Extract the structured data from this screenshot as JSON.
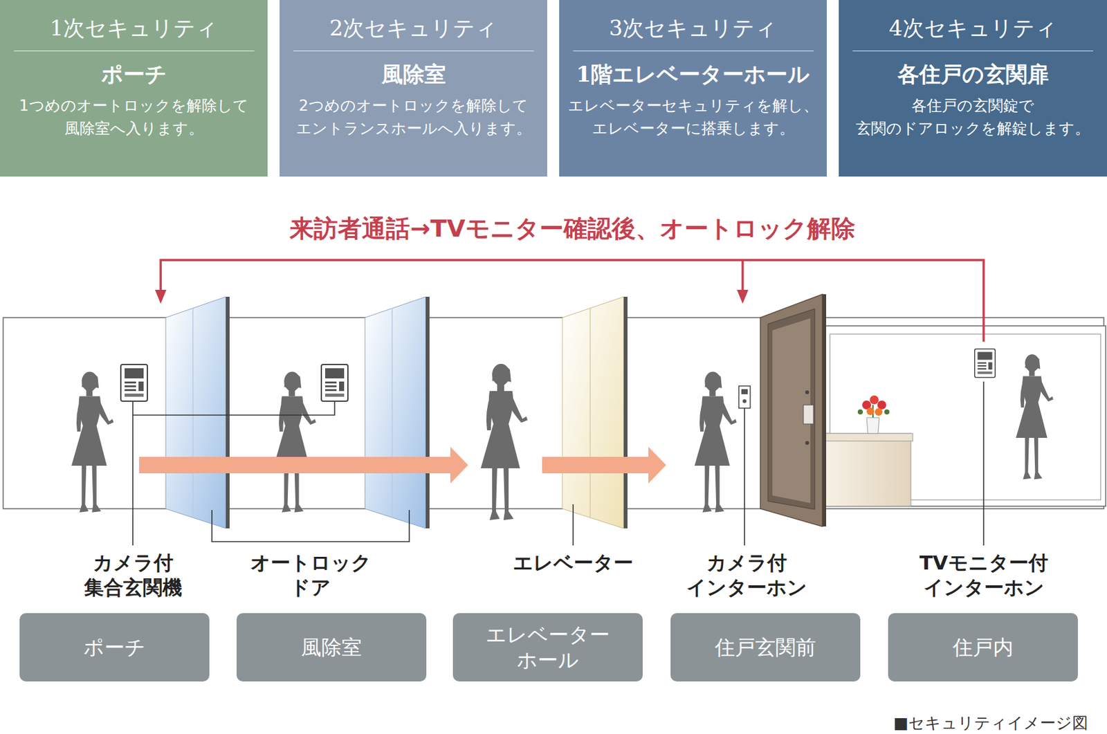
{
  "diagram": {
    "caption": "■セキュリティイメージ図",
    "nodes": [
      {
        "text": [
          "1次セキュリティ",
          "ポーチ",
          "1つめのオートロックを解除して 風除室へ入ります。"
        ]
      },
      {
        "text": [
          "2次セキュリティ",
          "風除室",
          "2つめのオートロックを解除して エントランスホールへ入ります。"
        ]
      },
      {
        "text": [
          "3次セキュリティ",
          "1階エレベーターホール",
          "エレベーターセキュリティを解し、 エレベーターに搭乗します。"
        ]
      },
      {
        "text": [
          "4次セキュリティ",
          "各住戸の玄関扉",
          "各住戸の玄関錠で 玄関のドアロックを解錠します。"
        ]
      },
      {
        "text": [
          "ポーチ"
        ]
      },
      {
        "text": [
          "風除室"
        ]
      },
      {
        "text": [
          "エレベーター ホール"
        ]
      },
      {
        "text": [
          "住戸玄関前"
        ]
      },
      {
        "text": [
          "住戸内"
        ]
      }
    ],
    "labels": [
      "来訪者通話→TVモニター確認後、オートロック解除",
      "カメラ付 集合玄関機",
      "オートロック ドア",
      "エレベーター",
      "カメラ付 インターホン",
      "TVモニター付 インターホン"
    ]
  }
}
